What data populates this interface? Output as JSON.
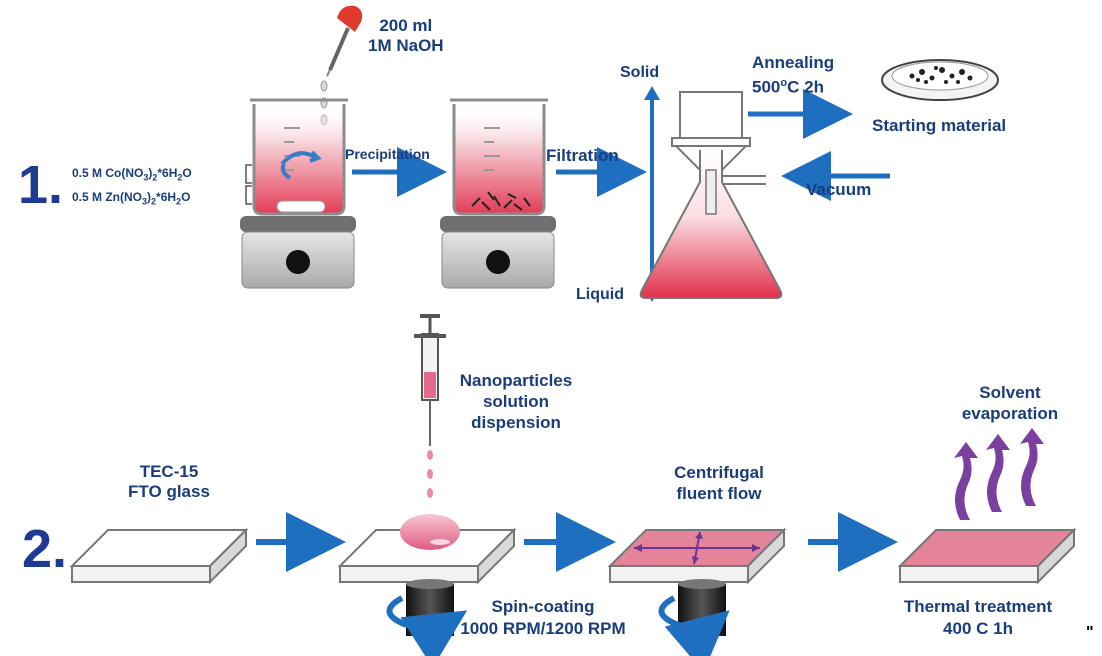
{
  "step1": {
    "number": "1.",
    "reagent": {
      "line1": "200 ml",
      "line2": "1M NaOH"
    },
    "precursors": {
      "co": {
        "prefix": "0.5 M Co(NO",
        "s1": "3",
        "mid": ")",
        "s2": "2",
        "post": "*6H",
        "s3": "2",
        "end": "O"
      },
      "zn": {
        "prefix": "0.5 M Zn(NO",
        "s1": "3",
        "mid": ")",
        "s2": "2",
        "post": "*6H",
        "s3": "2",
        "end": "O"
      }
    },
    "precipitation": "Precipitation",
    "filtration": "Filtration",
    "solid": "Solid",
    "liquid": "Liquid",
    "annealing": {
      "line1": "Annealing",
      "temp": "500",
      "sup": "o",
      "rest": "C 2h"
    },
    "starting_material": "Starting material",
    "vacuum": "Vacuum"
  },
  "step2": {
    "number": "2.",
    "glass": {
      "line1": "TEC-15",
      "line2": "FTO glass"
    },
    "dispension": {
      "line1": "Nanoparticles",
      "line2": "solution",
      "line3": "dispension"
    },
    "spin": {
      "line1": "Spin-coating",
      "line2": "1000 RPM/1200 RPM"
    },
    "flow": {
      "line1": "Centrifugal",
      "line2": "fluent flow"
    },
    "evaporation": {
      "line1": "Solvent",
      "line2": "evaporation"
    },
    "thermal": {
      "line1": "Thermal treatment",
      "line2": "400 C 1h"
    },
    "stray_mark": "\""
  },
  "colors": {
    "arrow": "#1f6fc0",
    "text": "#1a3d7c",
    "pink": "#e8707e",
    "purple": "#7b3fa0"
  }
}
